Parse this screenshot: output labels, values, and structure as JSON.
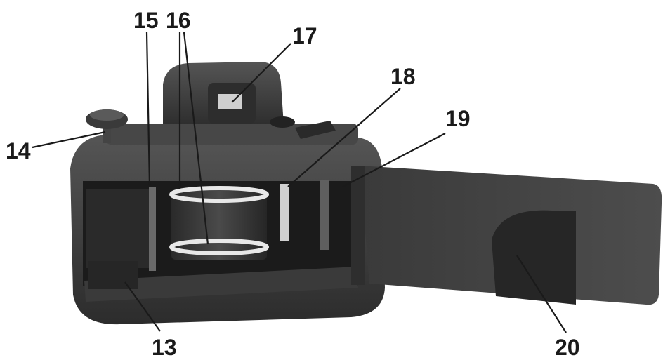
{
  "figure": {
    "subject": "camera back open",
    "callouts": [
      {
        "id": "c13",
        "label": "13"
      },
      {
        "id": "c14",
        "label": "14"
      },
      {
        "id": "c15",
        "label": "15"
      },
      {
        "id": "c16",
        "label": "16"
      },
      {
        "id": "c17",
        "label": "17"
      },
      {
        "id": "c18",
        "label": "18"
      },
      {
        "id": "c19",
        "label": "19"
      },
      {
        "id": "c20",
        "label": "20"
      }
    ]
  }
}
